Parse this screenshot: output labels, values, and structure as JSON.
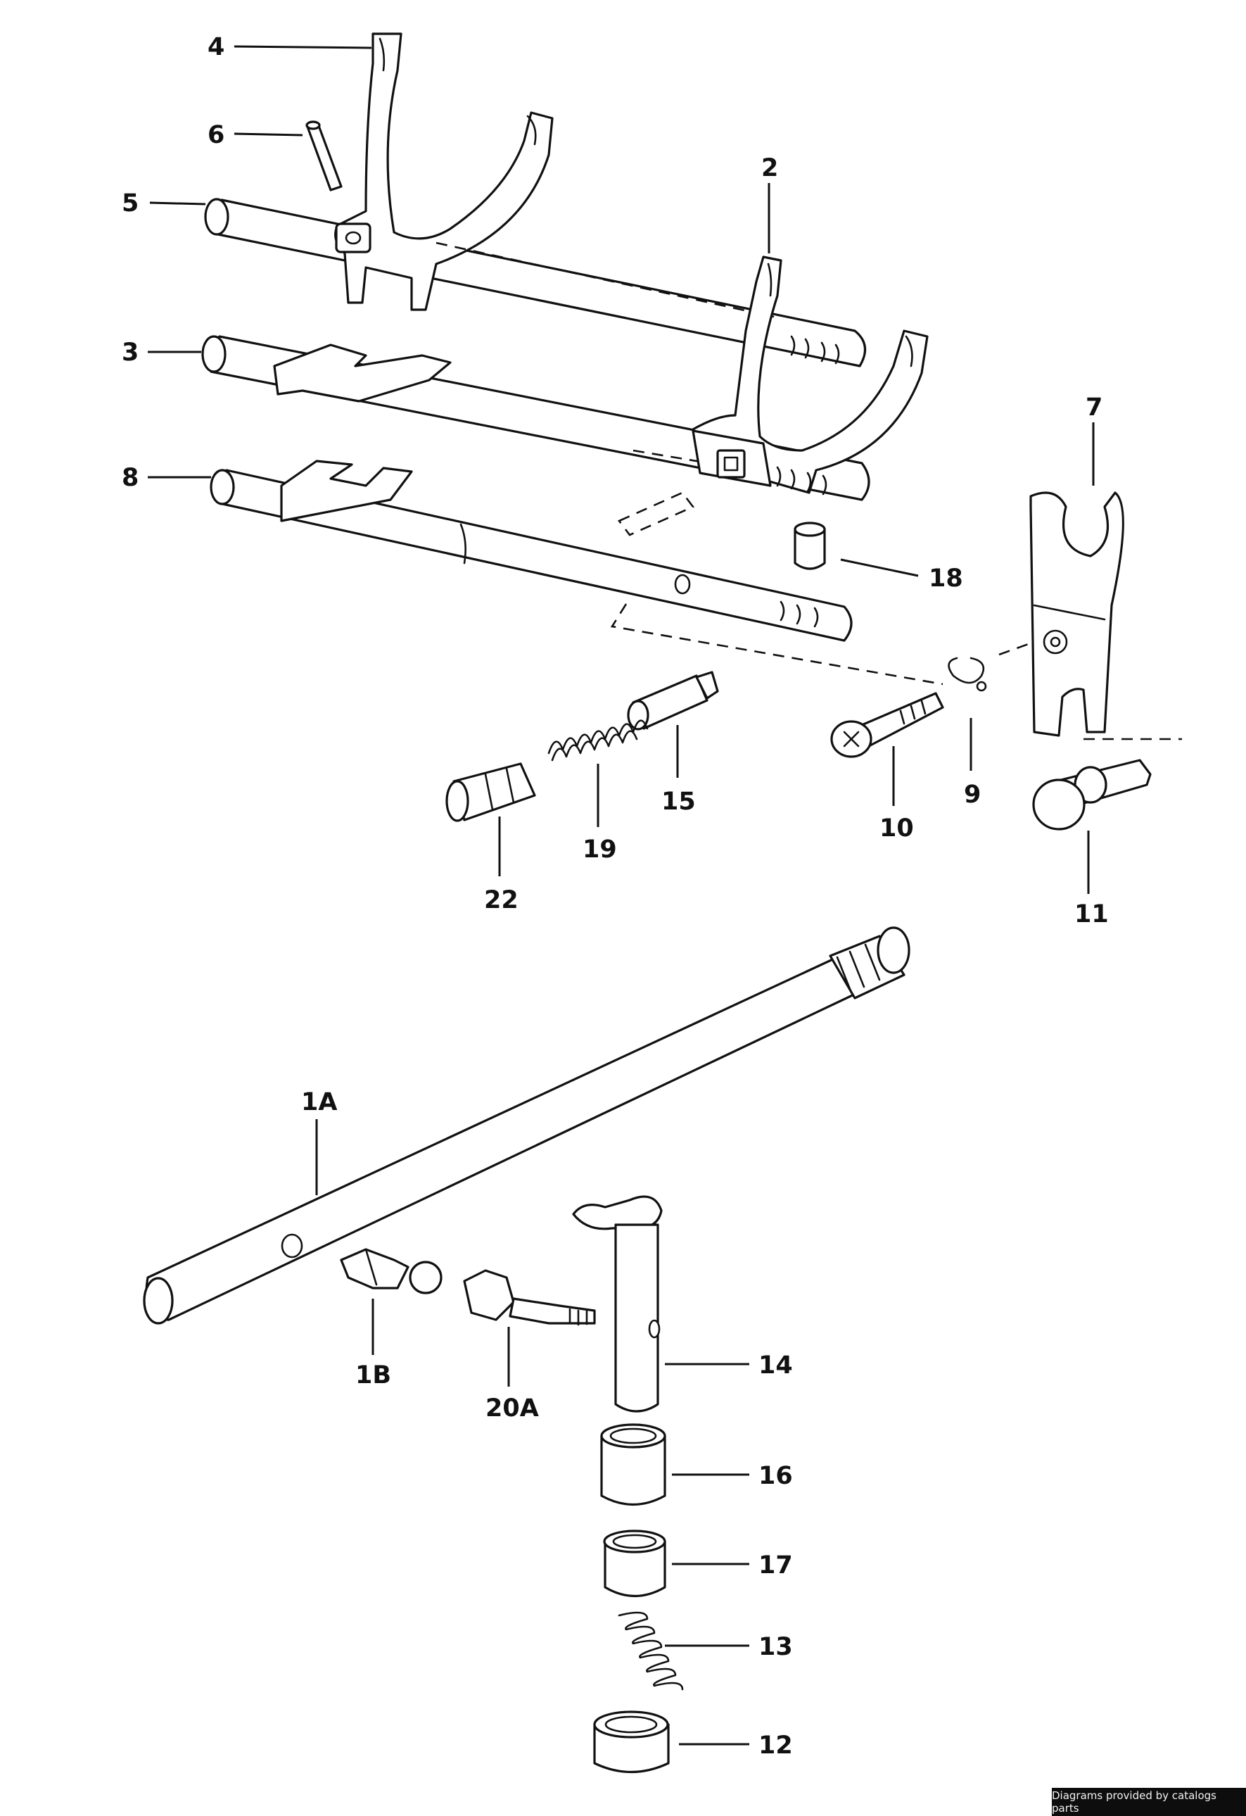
{
  "diagram": {
    "callouts": [
      {
        "id": "4",
        "label": "4"
      },
      {
        "id": "6",
        "label": "6"
      },
      {
        "id": "5",
        "label": "5"
      },
      {
        "id": "2",
        "label": "2"
      },
      {
        "id": "3",
        "label": "3"
      },
      {
        "id": "8",
        "label": "8"
      },
      {
        "id": "7",
        "label": "7"
      },
      {
        "id": "18",
        "label": "18"
      },
      {
        "id": "9",
        "label": "9"
      },
      {
        "id": "10",
        "label": "10"
      },
      {
        "id": "15",
        "label": "15"
      },
      {
        "id": "19",
        "label": "19"
      },
      {
        "id": "22",
        "label": "22"
      },
      {
        "id": "11",
        "label": "11"
      },
      {
        "id": "1A",
        "label": "1A"
      },
      {
        "id": "1B",
        "label": "1B"
      },
      {
        "id": "20A",
        "label": "20A"
      },
      {
        "id": "14",
        "label": "14"
      },
      {
        "id": "16",
        "label": "16"
      },
      {
        "id": "17",
        "label": "17"
      },
      {
        "id": "13",
        "label": "13"
      },
      {
        "id": "12",
        "label": "12"
      }
    ]
  },
  "footer": {
    "credit": "Diagrams provided by catalogs parts"
  }
}
